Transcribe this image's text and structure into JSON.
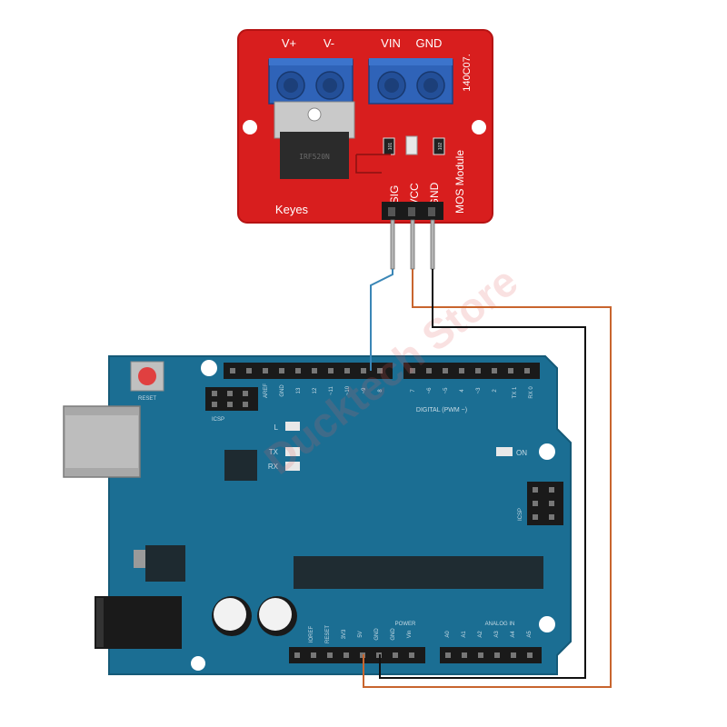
{
  "mos_module": {
    "terminal_labels": [
      "V+",
      "V-",
      "VIN",
      "GND"
    ],
    "part_code": "140C07.",
    "title": "MOS Module",
    "brand": "Keyes",
    "pin_labels": [
      "SIG",
      "VCC",
      "GND"
    ],
    "mosfet_marking": "IRF520N",
    "resistor_markings": [
      "101",
      "102"
    ],
    "board_color": "#d81e1e"
  },
  "arduino": {
    "reset_label": "RESET",
    "icsp_label": "ICSP",
    "aref_label": "AREF",
    "gnd_label": "GND",
    "digital_top_labels": [
      "13",
      "12",
      "~11",
      "~10",
      "~9",
      "8"
    ],
    "digital_top_right_labels": [
      "7",
      "~6",
      "~5",
      "4",
      "~3",
      "2",
      "TX 1",
      "RX 0"
    ],
    "digital_label": "DIGITAL (PWM ~)",
    "l_label": "L",
    "tx_label": "TX",
    "rx_label": "RX",
    "on_label": "ON",
    "icsp_side_label": "ICSP",
    "power_label": "POWER",
    "analog_label": "ANALOG IN",
    "power_pin_labels": [
      "IOREF",
      "RESET",
      "3V3",
      "5V",
      "GND",
      "GND",
      "Vin"
    ],
    "analog_pin_labels": [
      "A0",
      "A1",
      "A2",
      "A3",
      "A4",
      "A5"
    ],
    "board_color": "#1b6e93"
  },
  "watermark": "Ducktech Store",
  "wires": {
    "sig_color": "#3a86b6",
    "vcc_color": "#c8652e",
    "gnd_color": "#111111"
  }
}
